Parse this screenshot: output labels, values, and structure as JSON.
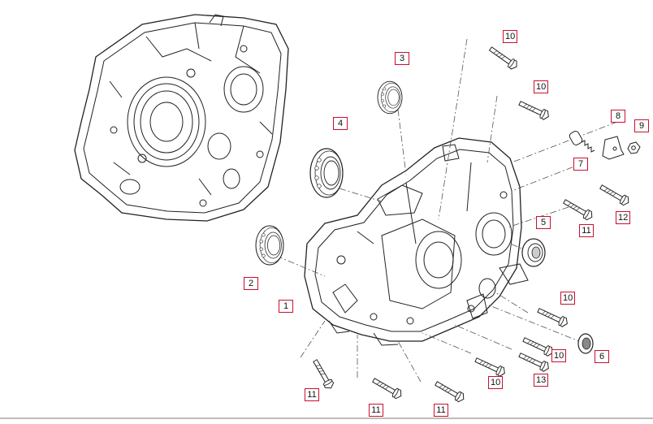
{
  "diagram": {
    "callouts": {
      "c1": "1",
      "c2": "2",
      "c3": "3",
      "c4": "4",
      "c5": "5",
      "c6": "6",
      "c7": "7",
      "c8": "8",
      "c9": "9",
      "c10a": "10",
      "c10b": "10",
      "c10c": "10",
      "c10d": "10",
      "c10e": "10",
      "c11a": "11",
      "c11b": "11",
      "c11c": "11",
      "c11d": "11",
      "c12": "12",
      "c13": "13"
    },
    "colors": {
      "callout_border": "#c8102e",
      "line_art": "#222222",
      "leader": "#555555"
    }
  }
}
